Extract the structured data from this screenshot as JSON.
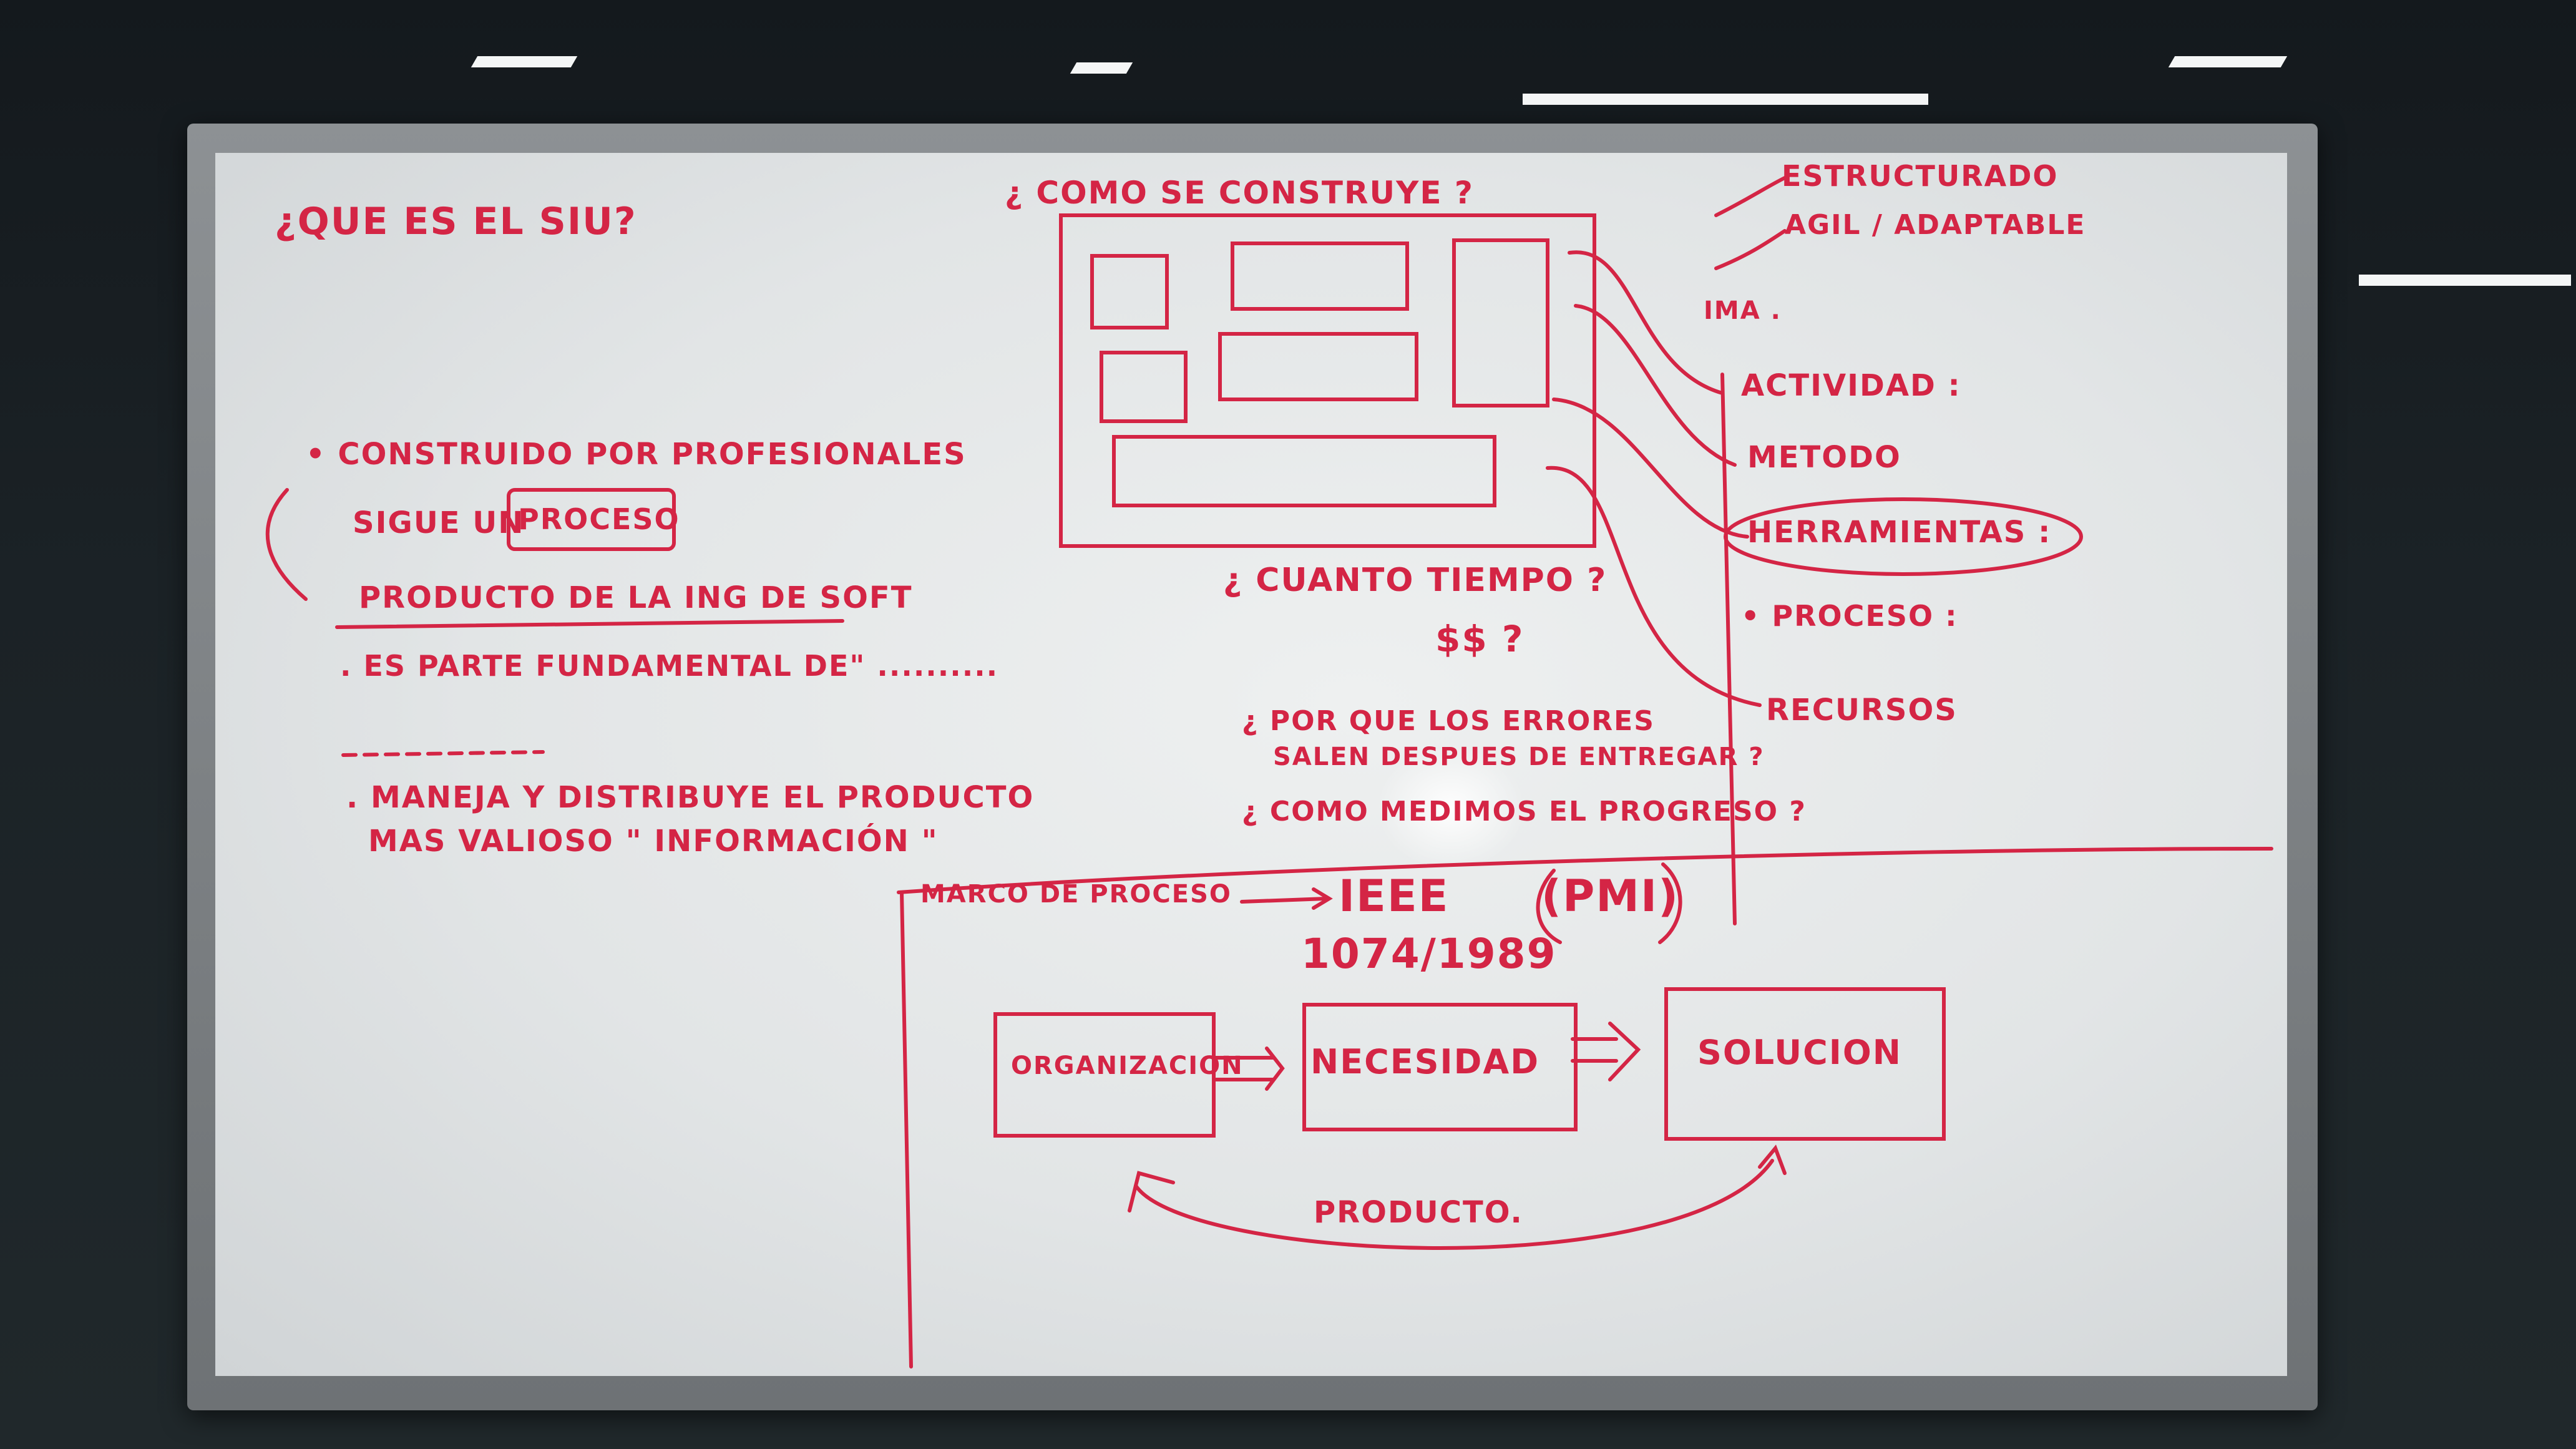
{
  "board": {
    "left_notes": {
      "question": "¿QUE ES EL SIU?",
      "item1": "• CONSTRUIDO POR PROFESIONALES",
      "item2_prefix": "SIGUE UN",
      "item2_boxed": "PROCESO",
      "item3": "PRODUCTO DE LA ING DE SOFT",
      "item4": ". ES PARTE FUNDAMENTAL DE\" ..........",
      "item5_line1": ". MANEJA Y DISTRIBUYE EL PRODUCTO",
      "item5_line2": "MAS VALIOSO \" INFORMACIÓN \""
    },
    "center_notes": {
      "question": "¿ COMO SE CONSTRUYE ?",
      "cost_question": "¿ CUANTO TIEMPO ?",
      "money": "$$ ?",
      "errors_line1": "¿ POR QUE LOS ERRORES",
      "errors_line2": "SALEN DESPUES DE ENTREGAR ?",
      "progress": "¿ COMO MEDIMOS EL PROGRESO ?"
    },
    "right_notes": {
      "top1": "ESTRUCTURADO",
      "top2": "AGIL / ADAPTABLE",
      "mid": "IMA .",
      "activity": "ACTIVIDAD :",
      "method": "METODO",
      "tools": "HERRAMIENTAS :",
      "process": "• PROCESO :",
      "resources": "RECURSOS"
    },
    "bottom_diagram": {
      "frame_label": "MARCO DE PROCESO",
      "standard": "IEEE",
      "standard_number": "1074/1989",
      "alt": "(PMI)",
      "box1": "ORGANIZACION",
      "box2": "NECESIDAD",
      "box3": "SOLUCION",
      "loop_label": "PRODUCTO."
    }
  },
  "colors": {
    "marker": "#d42545",
    "board": "#e6e8e9",
    "frame": "#85898c"
  }
}
